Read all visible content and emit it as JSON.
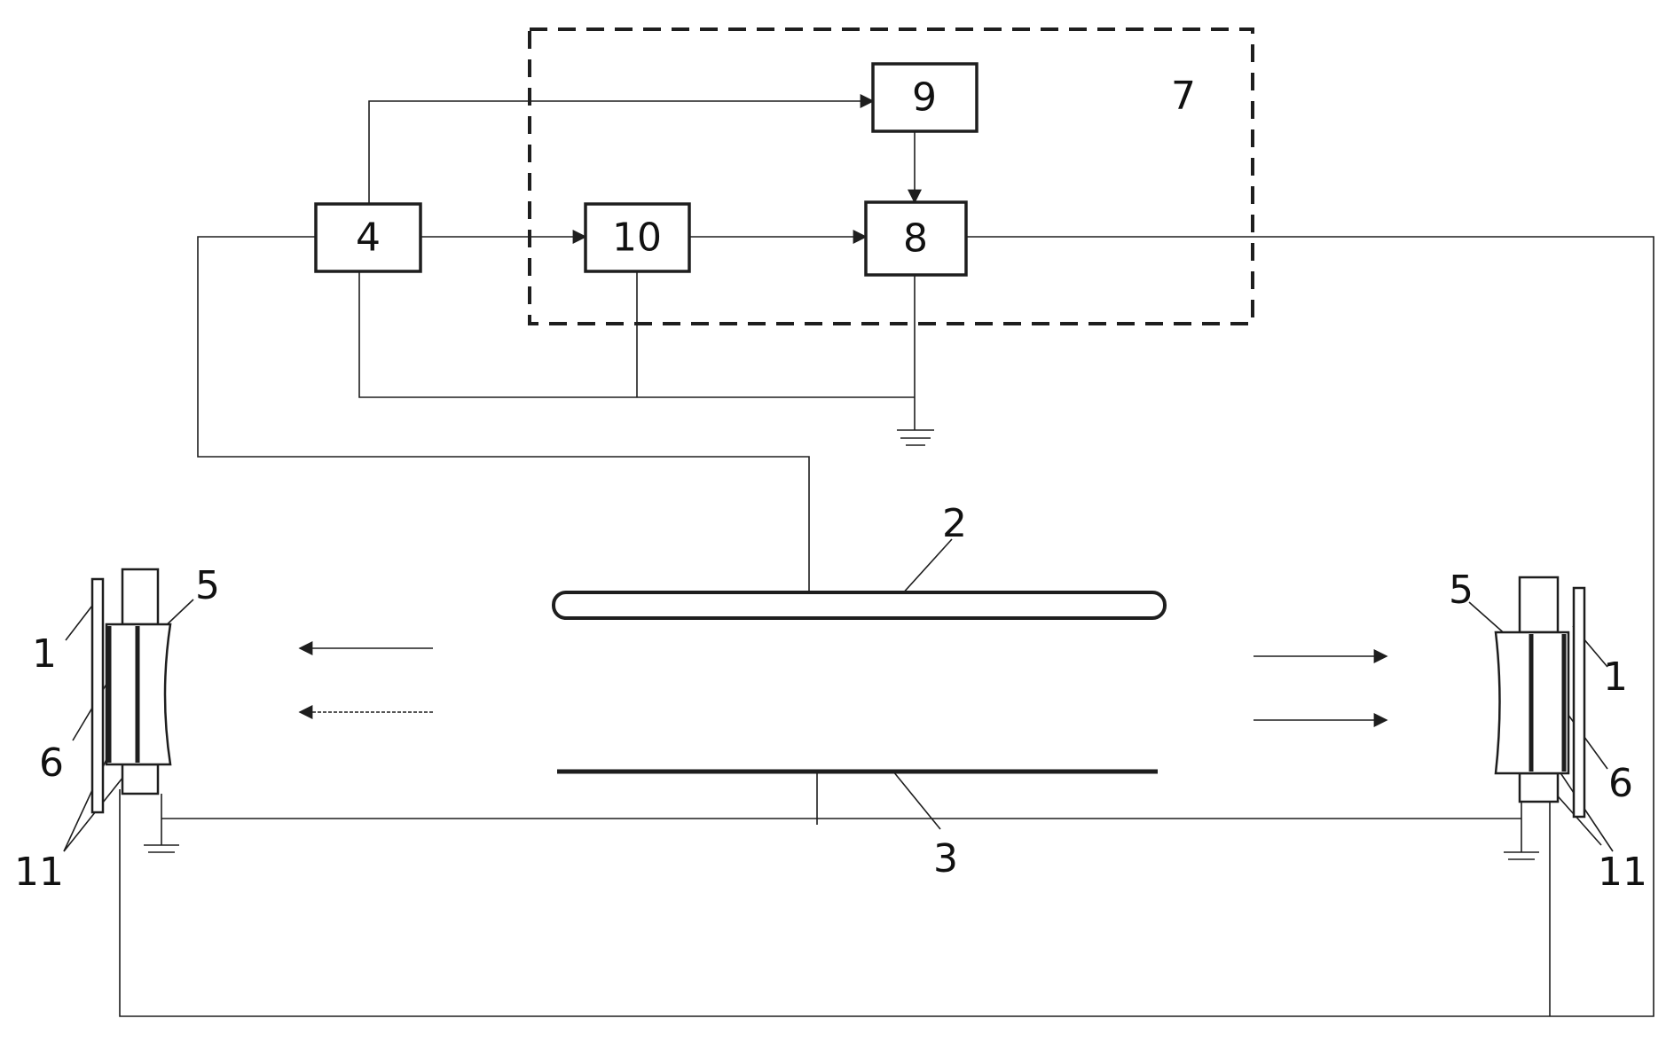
{
  "labels": {
    "block_4": "4",
    "block_7": "7",
    "block_8": "8",
    "block_9": "9",
    "block_10": "10",
    "ref_1": "1",
    "ref_2": "2",
    "ref_3": "3",
    "ref_5": "5",
    "ref_6": "6",
    "ref_11": "11"
  }
}
